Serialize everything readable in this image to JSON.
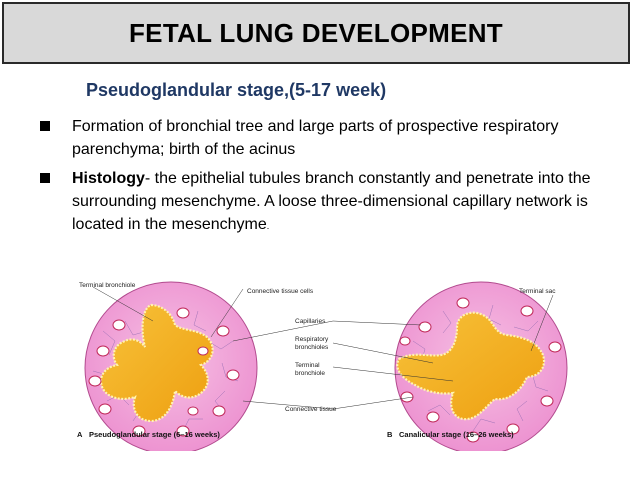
{
  "title": "FETAL LUNG DEVELOPMENT",
  "subtitle": "Pseudoglandular stage,(5-17 week)",
  "bullets": [
    {
      "lead": "",
      "text": "Formation of bronchial tree and large parts of prospective respiratory parenchyma; birth of the acinus"
    },
    {
      "lead": "Histology",
      "text": "- the epithelial tubules branch constantly and penetrate into the surrounding mesenchyme. A loose three-dimensional capillary network is located in the mesenchyme",
      "end": "."
    }
  ],
  "figure": {
    "labels": {
      "terminal_bronchiole": "Terminal bronchiole",
      "connective_tissue_cells": "Connective tissue cells",
      "capillaries": "Capillaries",
      "respiratory": "Respiratory",
      "bronchioles": "bronchioles",
      "terminal": "Terminal",
      "bronchiole": "bronchiole",
      "connective_tissue": "Connective tissue",
      "terminal_sac": "Terminal sac"
    },
    "captions": {
      "a_letter": "A",
      "a_text": "Pseudoglandular stage (6–16 weeks)",
      "b_letter": "B",
      "b_text": "Canalicular stage (16–26 weeks)"
    }
  },
  "colors": {
    "title_bg": "#d9d9d9",
    "subtitle": "#1f3864",
    "tissue_pink": "#f2a6d8",
    "epithelium_yellow": "#f3b21d"
  }
}
